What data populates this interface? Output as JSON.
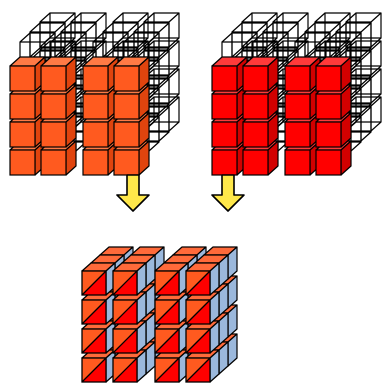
{
  "colors": {
    "background": "#ffffff",
    "outline": "#000000",
    "orange_front": "#ff5a1f",
    "orange_side": "#e0440e",
    "orange_top": "#ff7a45",
    "red_front": "#ff0000",
    "red_side": "#d20000",
    "red_top": "#ff3a3a",
    "merged_top": "#ff6a3a",
    "merged_side": "#9bb8dc",
    "merged_front_upper": "#ff5a1f",
    "merged_front_lower": "#ff0000",
    "arrow_fill": "#ffe84a",
    "arrow_stroke": "#000000"
  },
  "blocks": [
    {
      "name": "orange-cube-block",
      "style": "filled-front-wire-back",
      "scheme": "orange"
    },
    {
      "name": "red-cube-block",
      "style": "filled-front-wire-back",
      "scheme": "red"
    },
    {
      "name": "merged-cube-block",
      "style": "solid-split-front",
      "scheme": "merged"
    }
  ],
  "arrows": [
    {
      "name": "left-down-arrow",
      "direction": "down"
    },
    {
      "name": "right-down-arrow",
      "direction": "down"
    }
  ]
}
